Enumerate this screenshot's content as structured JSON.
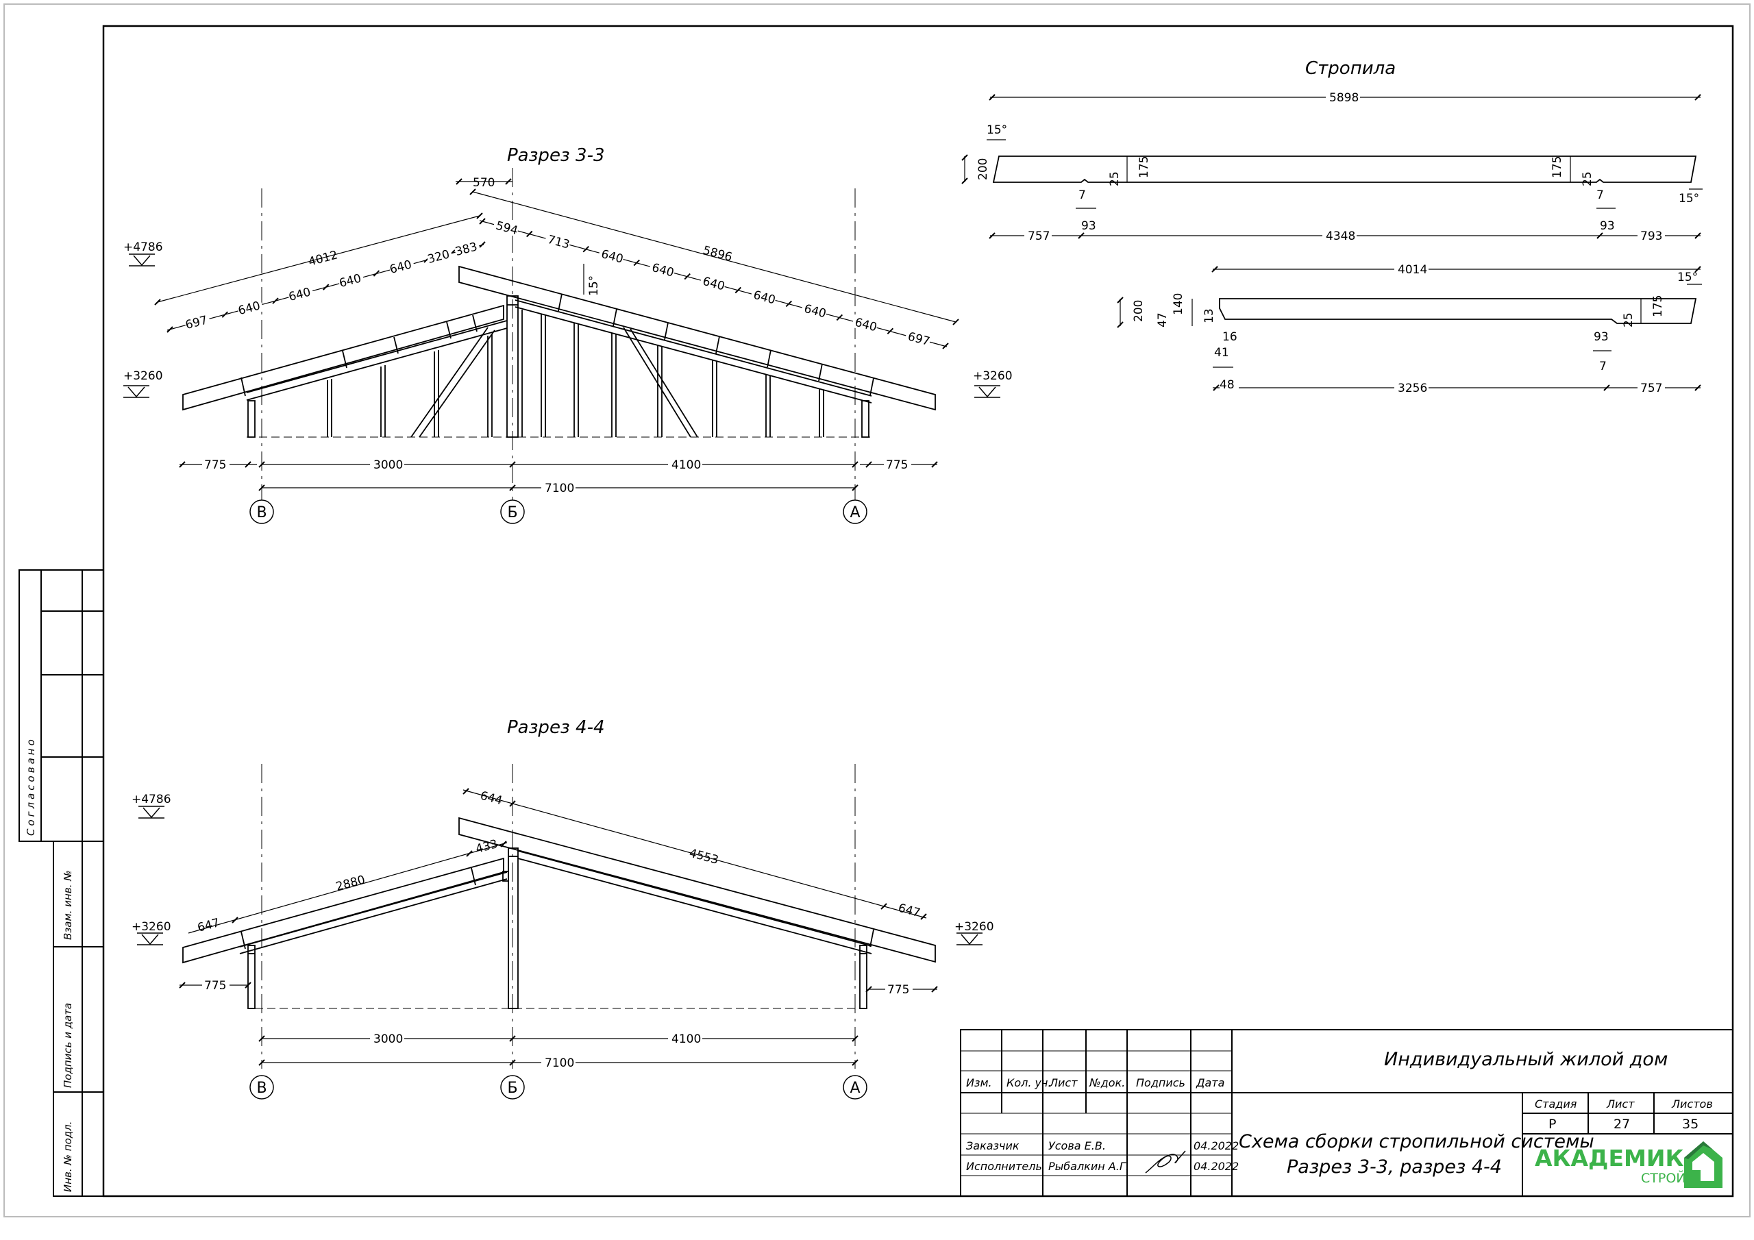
{
  "colors": {
    "line": "#000000",
    "logo_green": "#3cb34a",
    "logo_dark": "#2a7a3a"
  },
  "section1": {
    "title": "Разрез 3-3",
    "marks": {
      "top": "+4786",
      "left": "+3260",
      "right": "+3260"
    },
    "axes": {
      "left": "В",
      "mid": "Б",
      "right": "А"
    },
    "bottom_dims": {
      "ov_left": "775",
      "span1": "3000",
      "span2": "4100",
      "total": "7100",
      "ov_right": "775"
    },
    "left_slope": {
      "total": "4012",
      "spacings": [
        "697",
        "640",
        "640",
        "640",
        "640",
        "320",
        "383"
      ]
    },
    "right_slope": {
      "total": "5896",
      "spacings": [
        "594",
        "713",
        "640",
        "640",
        "640",
        "640",
        "640",
        "640",
        "697"
      ]
    },
    "top_gap": "570",
    "angle": "15°"
  },
  "section2": {
    "title": "Разрез 4-4",
    "marks": {
      "top": "+4786",
      "left": "+3260",
      "right": "+3260"
    },
    "axes": {
      "left": "В",
      "mid": "Б",
      "right": "А"
    },
    "bottom_dims": {
      "ov_left": "775",
      "span1": "3000",
      "span2": "4100",
      "total": "7100",
      "ov_right": "775"
    },
    "left_slope": {
      "end": "647",
      "length": "2880",
      "top": "433"
    },
    "right_slope": {
      "top": "644",
      "length": "4553",
      "end": "647"
    }
  },
  "rafters": {
    "title": "Стропила",
    "r1": {
      "total": "5898",
      "h": "200",
      "h2": "175",
      "h2r": "175",
      "n25l": "25",
      "n25r": "25",
      "n7l": "7",
      "n7r": "7",
      "n93l": "93",
      "n93r": "93",
      "a1": "15°",
      "a2": "15°",
      "bot": [
        "757",
        "4348",
        "793"
      ]
    },
    "r2": {
      "total": "4014",
      "h": "200",
      "h47": "47",
      "h140": "140",
      "h13": "13",
      "h175": "175",
      "n25": "25",
      "n16": "16",
      "n93": "93",
      "n41": "41",
      "n7": "7",
      "a": "15°",
      "bot": [
        "48",
        "3256",
        "757"
      ]
    }
  },
  "side": {
    "agreed": "Согласовано",
    "vzam": "Взам. инв. №",
    "podp": "Подпись и дата",
    "inv": "Инв. № подл."
  },
  "title_block": {
    "headers": [
      "Изм.",
      "Кол. уч.",
      "Лист",
      "№док.",
      "Подпись",
      "Дата"
    ],
    "rows": [
      {
        "role": "Заказчик",
        "name": "Усова Е.В.",
        "date": "04.2022"
      },
      {
        "role": "Исполнитель",
        "name": "Рыбалкин А.Г.",
        "date": "04.2022"
      }
    ],
    "project": "Индивидуальный жилой дом",
    "sheet_title_1": "Схема сборки стропильной системы",
    "sheet_title_2": "Разрез 3-3, разрез 4-4",
    "stage_h": "Стадия",
    "sheet_h": "Лист",
    "sheets_h": "Листов",
    "stage": "Р",
    "sheet": "27",
    "sheets": "35",
    "logo_main": "АКАДЕМИК",
    "logo_sub": "СТРОЙ"
  }
}
